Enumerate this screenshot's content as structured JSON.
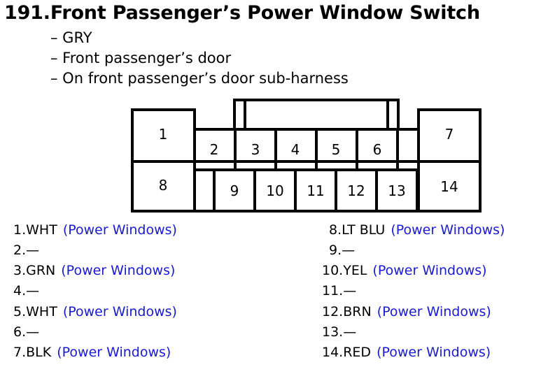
{
  "title": "191.Front Passenger’s Power Window Switch",
  "details": [
    "– GRY",
    "– Front passenger’s door",
    "– On front passenger’s door sub-harness"
  ],
  "connector_pins": [
    "1",
    "2",
    "3",
    "4",
    "5",
    "6",
    "7",
    "8",
    "9",
    "10",
    "11",
    "12",
    "13",
    "14"
  ],
  "pinout_left": [
    {
      "label": "1.WHT",
      "desc": "(Power Windows)"
    },
    {
      "label": "2.—",
      "desc": ""
    },
    {
      "label": "3.GRN",
      "desc": "(Power Windows)"
    },
    {
      "label": "4.—",
      "desc": ""
    },
    {
      "label": "5.WHT",
      "desc": "(Power Windows)"
    },
    {
      "label": "6.—",
      "desc": ""
    },
    {
      "label": "7.BLK",
      "desc": "(Power Windows)"
    }
  ],
  "pinout_right": [
    {
      "label": "8.LT BLU",
      "desc": "(Power Windows)"
    },
    {
      "label": "9.—",
      "desc": ""
    },
    {
      "label": "10.YEL",
      "desc": "(Power Windows)"
    },
    {
      "label": "11.—",
      "desc": ""
    },
    {
      "label": "12.BRN",
      "desc": "(Power Windows)"
    },
    {
      "label": "13.—",
      "desc": ""
    },
    {
      "label": "14.RED",
      "desc": "(Power Windows)"
    }
  ],
  "colors": {
    "text": "#000000",
    "description": "#1a1ad0",
    "outline": "#000000"
  }
}
